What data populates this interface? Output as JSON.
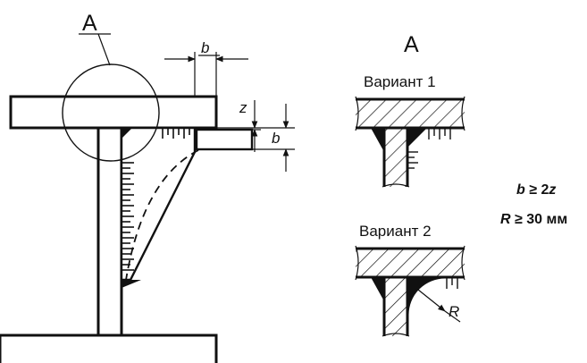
{
  "labels": {
    "detail_callout": "A",
    "detail_title": "A",
    "variant1": "Вариант 1",
    "variant2": "Вариант 2",
    "dim_b_top": "b",
    "dim_z": "z",
    "dim_b_side": "b",
    "dim_R": "R"
  },
  "conditions": {
    "line1": {
      "var": "b",
      "rel": " ≥ 2",
      "var2": "z"
    },
    "line2": {
      "var": "R",
      "rel": " ≥ 30 мм"
    }
  },
  "colors": {
    "ink": "#111111",
    "paper": "#ffffff"
  }
}
